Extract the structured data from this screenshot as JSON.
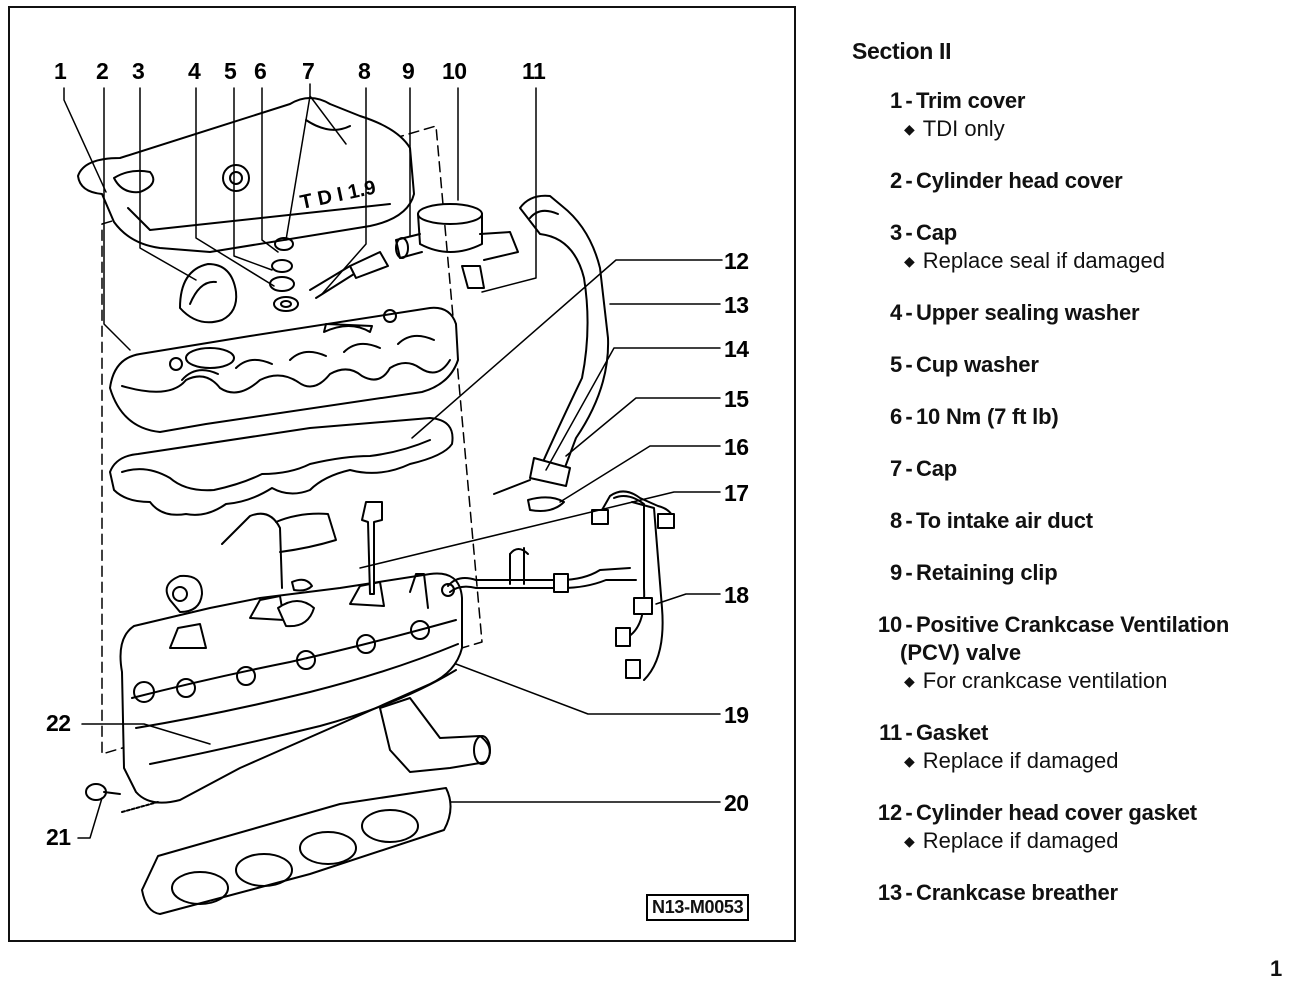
{
  "diagram": {
    "callouts": [
      "1",
      "2",
      "3",
      "4",
      "5",
      "6",
      "7",
      "8",
      "9",
      "10",
      "11",
      "12",
      "13",
      "14",
      "15",
      "16",
      "17",
      "18",
      "19",
      "20",
      "21",
      "22"
    ],
    "cover_text": "T D I 1.9",
    "figure_id": "N13-M0053"
  },
  "legend": {
    "title": "Section II",
    "items": [
      {
        "num": "1",
        "label": "Trim cover",
        "notes": [
          "TDI only"
        ]
      },
      {
        "num": "2",
        "label": "Cylinder head cover",
        "notes": []
      },
      {
        "num": "3",
        "label": "Cap",
        "notes": [
          "Replace seal if damaged"
        ]
      },
      {
        "num": "4",
        "label": "Upper sealing washer",
        "notes": []
      },
      {
        "num": "5",
        "label": "Cup washer",
        "notes": []
      },
      {
        "num": "6",
        "label": "10 Nm (7 ft lb)",
        "notes": []
      },
      {
        "num": "7",
        "label": "Cap",
        "notes": []
      },
      {
        "num": "8",
        "label": "To intake air duct",
        "notes": []
      },
      {
        "num": "9",
        "label": "Retaining clip",
        "notes": []
      },
      {
        "num": "10",
        "label": "Positive Crankcase Ventilation",
        "label2": "(PCV) valve",
        "notes": [
          "For crankcase ventilation"
        ]
      },
      {
        "num": "11",
        "label": "Gasket",
        "notes": [
          "Replace if damaged"
        ]
      },
      {
        "num": "12",
        "label": "Cylinder head cover gasket",
        "notes": [
          "Replace if damaged"
        ]
      },
      {
        "num": "13",
        "label": "Crankcase breather",
        "notes": []
      }
    ]
  },
  "page_number": "1"
}
